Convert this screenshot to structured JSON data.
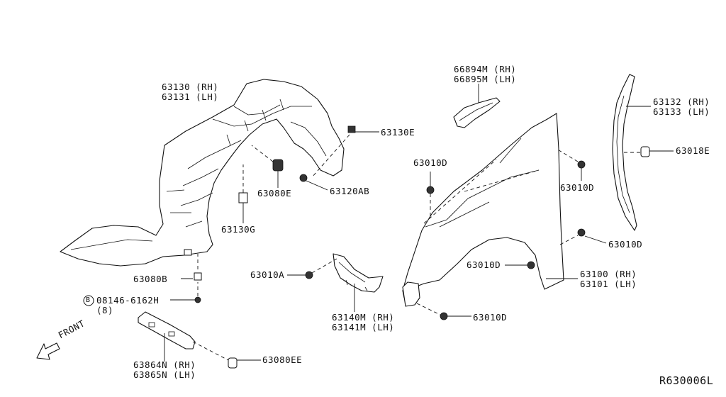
{
  "parts": {
    "p63130": [
      "63130 (RH)",
      "63131 (LH)"
    ],
    "p63130e": "63130E",
    "p63080e": "63080E",
    "p63120ab": "63120AB",
    "p63130g": "63130G",
    "p63080b": "63080B",
    "bolt_code": "08146-6162H",
    "bolt_qty": "(8)",
    "bolt_marker": "B",
    "p63864n": [
      "63864N (RH)",
      "63865N (LH)"
    ],
    "p63080ee": "63080EE",
    "p63010a": "63010A",
    "p63140m": [
      "63140M (RH)",
      "63141M (LH)"
    ],
    "p66894m": [
      "66894M (RH)",
      "66895M (LH)"
    ],
    "p63010d_1": "63010D",
    "p63010d_2": "63010D",
    "p63010d_3": "63010D",
    "p63010d_4": "63010D",
    "p63010d_5": "63010D",
    "p63100": [
      "63100 (RH)",
      "63101 (LH)"
    ],
    "p63132": [
      "63132 (RH)",
      "63133 (LH)"
    ],
    "p63018e": "63018E"
  },
  "front_label": "FRONT",
  "reference_code": "R630006L"
}
